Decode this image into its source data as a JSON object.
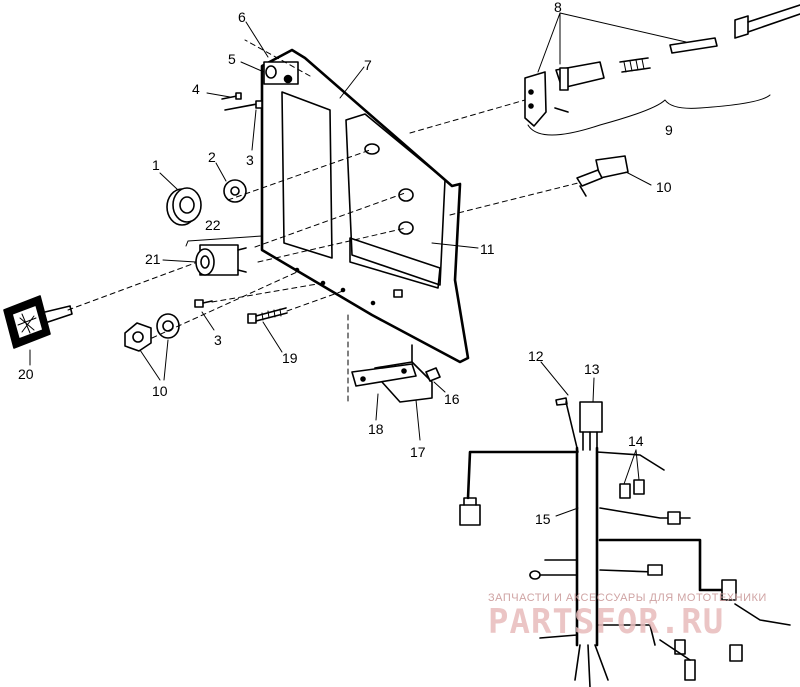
{
  "callouts": {
    "c1": "1",
    "c2": "2",
    "c3a": "3",
    "c3b": "3",
    "c4": "4",
    "c5": "5",
    "c6": "6",
    "c7": "7",
    "c8": "8",
    "c9": "9",
    "c10a": "10",
    "c10b": "10",
    "c11": "11",
    "c12": "12",
    "c13": "13",
    "c14": "14",
    "c15": "15",
    "c16": "16",
    "c17": "17",
    "c18": "18",
    "c19": "19",
    "c20": "20",
    "c21": "21",
    "c22": "22"
  },
  "watermark": {
    "line1": "ЗАПЧАСТИ И АКСЕССУАРЫ ДЛЯ МОТОТЕХНИКИ",
    "brand": "PARTSFOR.RU",
    "color": "#e8bcbc"
  }
}
